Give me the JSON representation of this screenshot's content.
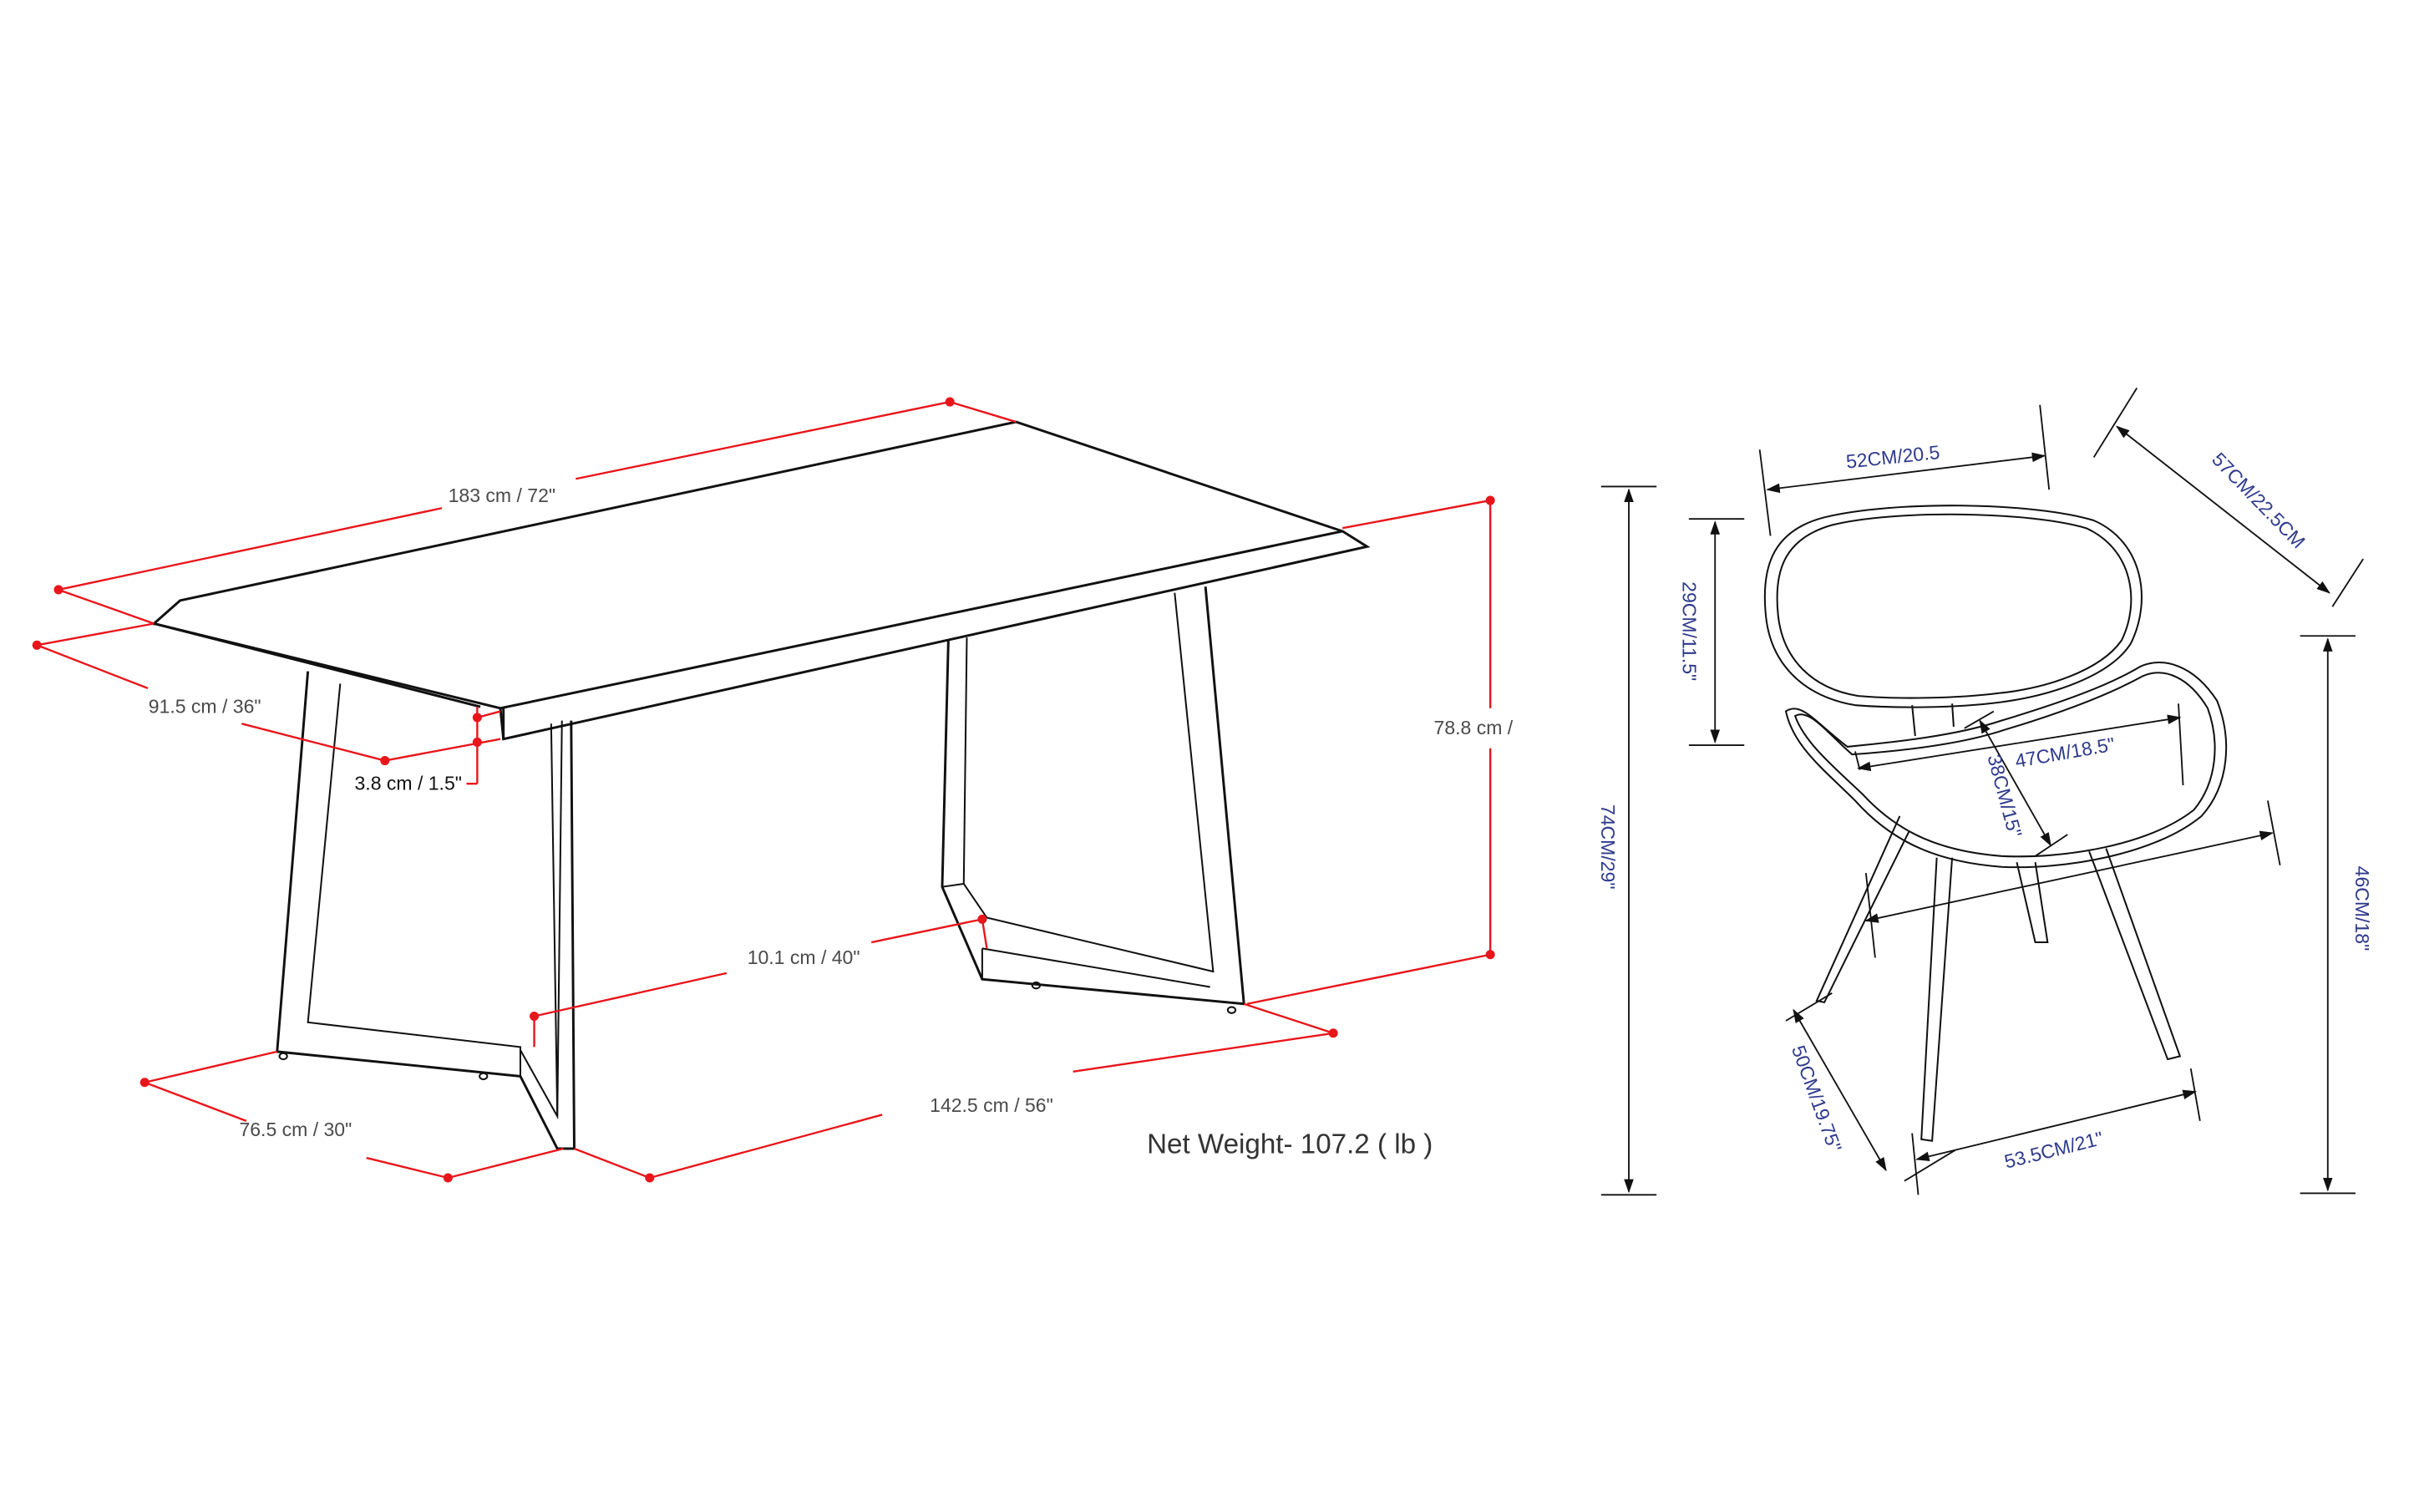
{
  "table": {
    "length_label": "183 cm / 72\"",
    "depth_label": "91.5 cm / 36\"",
    "top_thickness_label": "3.8 cm / 1.5\"",
    "height_label": "78.8 cm /",
    "leg_gap_label": "10.1 cm / 40\"",
    "base_length_label": "142.5 cm / 56\"",
    "base_width_label": "76.5 cm / 30\"",
    "net_weight_label": "Net Weight- 107.2 ( lb )"
  },
  "chair": {
    "back_width_label": "52CM/20.5",
    "depth_label": "57CM/22.5CM",
    "back_height_label": "29CM/11.5\"",
    "total_height_label": "74CM/29\"",
    "seat_width_label": "47CM/18.5\"",
    "seat_depth_label": "38CM/15\"",
    "seat_height_label": "46CM/18\"",
    "footprint_depth_label": "50CM/19.75\"",
    "footprint_width_label": "53.5CM/21\""
  },
  "colors": {
    "table_dimension_lines": "#e8161b",
    "chair_dimension_text": "#2e3a8c",
    "outline": "#111111"
  }
}
